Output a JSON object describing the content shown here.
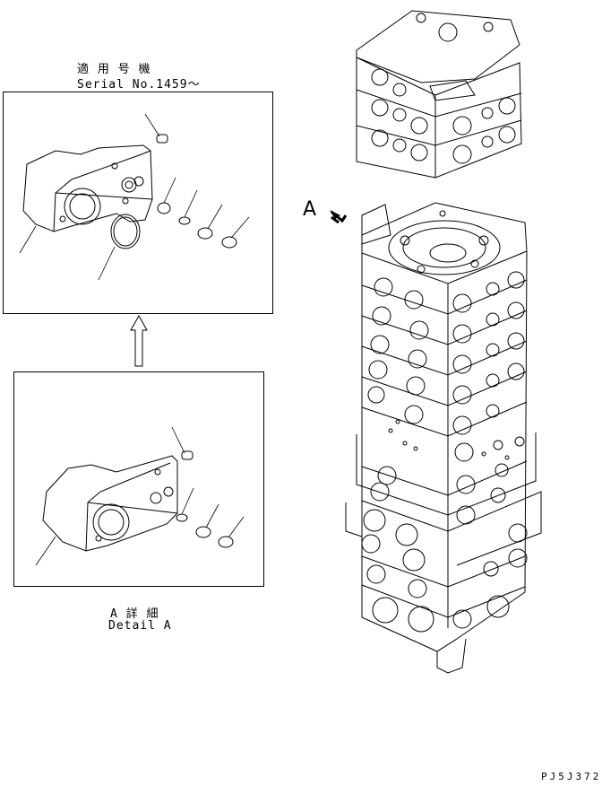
{
  "serial_heading": {
    "jp": "適 用 号 機",
    "en": "Serial No.1459～"
  },
  "detail_caption": {
    "jp": "A 詳 細",
    "en": "Detail A"
  },
  "view_marker": "A",
  "drawing_code": "PJ5J372"
}
